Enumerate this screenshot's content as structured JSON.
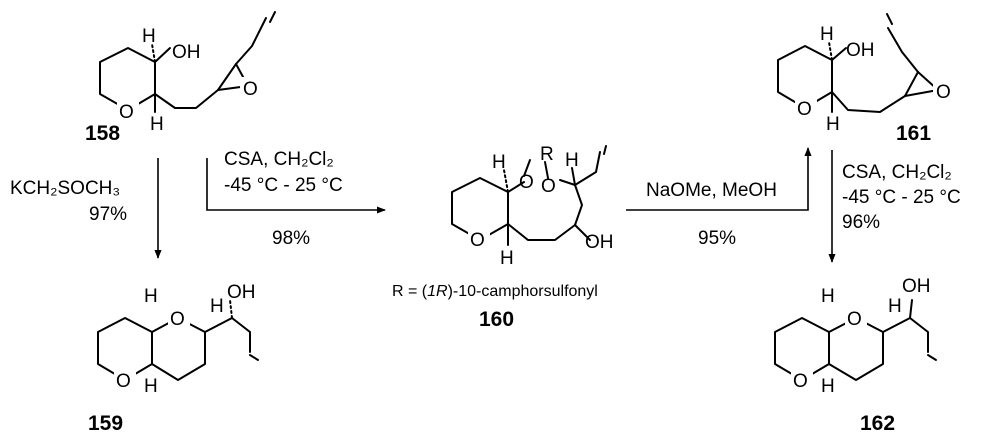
{
  "compounds": {
    "c158": "158",
    "c159": "159",
    "c160": "160",
    "c161": "161",
    "c162": "162"
  },
  "atoms": {
    "oh": "OH",
    "o": "O",
    "h": "H",
    "r": "R"
  },
  "conditions": {
    "a_line1": "KCH₂SOCH₃",
    "a_yield": "97%",
    "b_line1": "CSA, CH₂Cl₂",
    "b_line2": "-45 °C - 25 °C",
    "b_yield": "98%",
    "c_line1": "NaOMe, MeOH",
    "c_yield": "95%",
    "d_line1": "CSA, CH₂Cl₂",
    "d_line2": "-45 °C - 25 °C",
    "d_yield": "96%"
  },
  "r_definition": {
    "prefix": "R = (",
    "stereo": "1R",
    "suffix": ")-10-camphorsulfonyl"
  }
}
